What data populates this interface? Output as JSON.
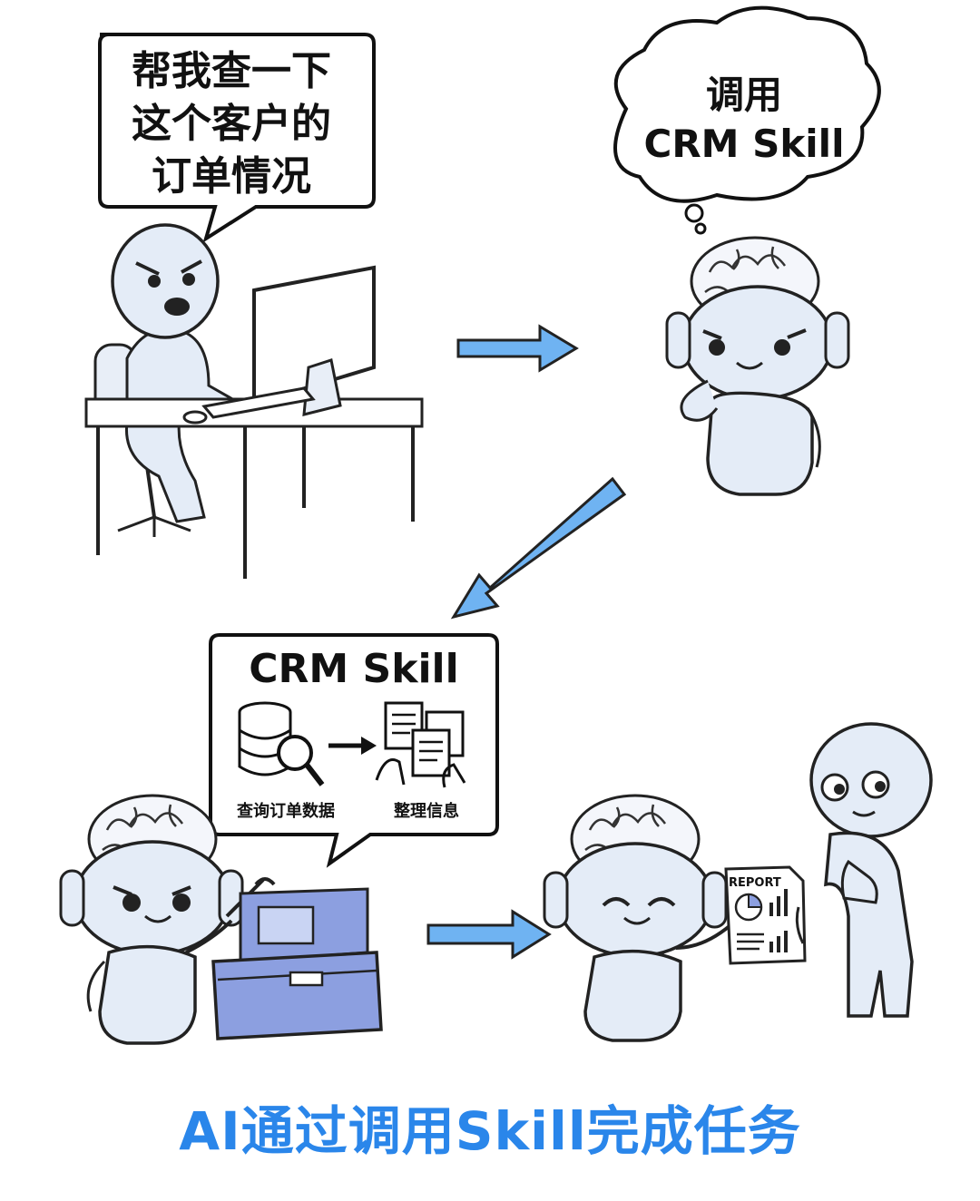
{
  "bubble_request": {
    "lines": [
      "帮我查一下",
      "这个客户的",
      "订单情况"
    ]
  },
  "thought": {
    "lines": [
      "调用",
      "CRM Skill"
    ]
  },
  "skill_panel": {
    "title": "CRM Skill",
    "step1_label": "查询订单数据",
    "step2_label": "整理信息"
  },
  "report_label": "REPORT",
  "caption": "AI通过调用Skill完成任务",
  "colors": {
    "arrow": "#6fb3f2",
    "caption": "#2a86ea",
    "toolbox": "#8c9fe0",
    "body": "#e4ecf7"
  }
}
